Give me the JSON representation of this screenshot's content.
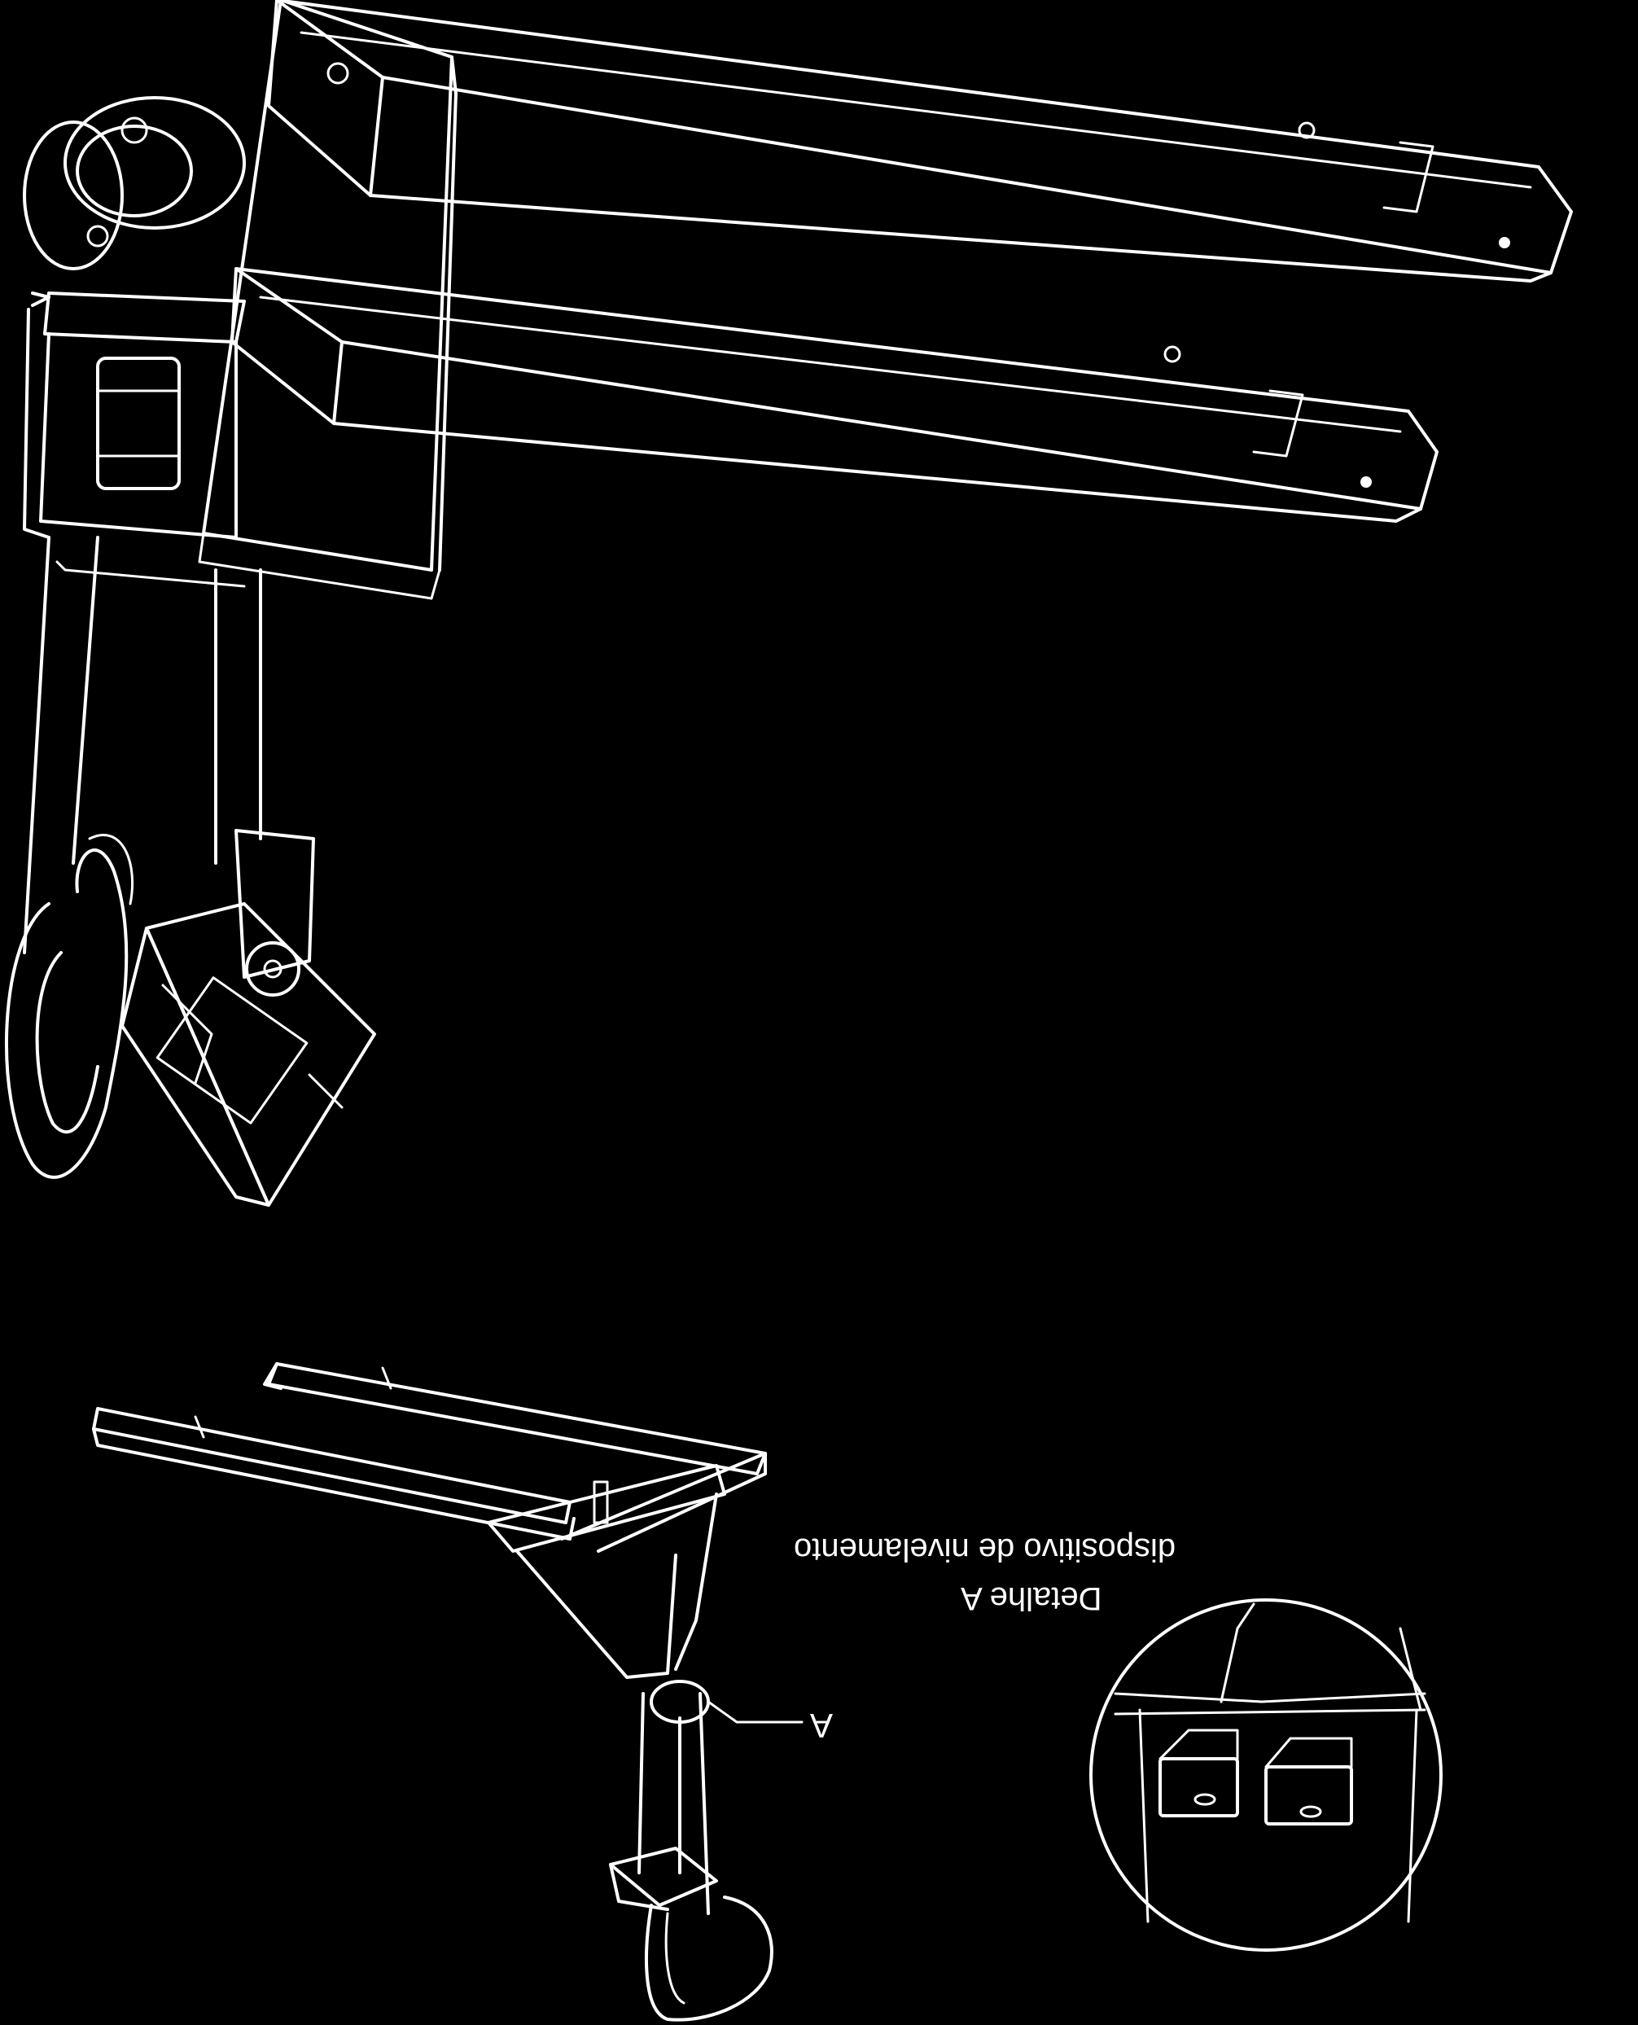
{
  "labels": {
    "detail_caption": "Detalhe A",
    "device_caption": "dispositivo de nivelamento",
    "callout_letter": "A"
  },
  "colors": {
    "background": "#000000",
    "line": "#ffffff"
  }
}
